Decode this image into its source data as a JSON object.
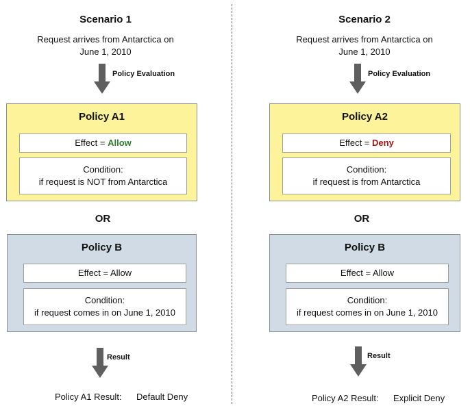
{
  "scenario1": {
    "title": "Scenario 1",
    "request_line1": "Request arrives from Antarctica on",
    "request_line2": "June 1, 2010",
    "evaluation_label": "Policy Evaluation",
    "policy_a": {
      "title": "Policy A1",
      "effect_prefix": "Effect = ",
      "effect_value": "Allow",
      "condition_label": "Condition:",
      "condition_text": "if request is NOT from Antarctica"
    },
    "or_label": "OR",
    "policy_b": {
      "title": "Policy B",
      "effect": "Effect = Allow",
      "condition_label": "Condition:",
      "condition_text": "if request comes in on June 1, 2010"
    },
    "result_label": "Result",
    "result_name": "Policy A1 Result:",
    "result_value": "Default Deny"
  },
  "scenario2": {
    "title": "Scenario 2",
    "request_line1": "Request arrives from Antarctica on",
    "request_line2": "June 1, 2010",
    "evaluation_label": "Policy Evaluation",
    "policy_a": {
      "title": "Policy A2",
      "effect_prefix": "Effect = ",
      "effect_value": "Deny",
      "condition_label": "Condition:",
      "condition_text": "if request is from Antarctica"
    },
    "or_label": "OR",
    "policy_b": {
      "title": "Policy B",
      "effect": "Effect = Allow",
      "condition_label": "Condition:",
      "condition_text": "if request comes in on June 1, 2010"
    },
    "result_label": "Result",
    "result_name": "Policy A2 Result:",
    "result_value": "Explicit Deny"
  },
  "colors": {
    "policy_a_fill": "#fdf39a",
    "policy_b_fill": "#d0dbe6",
    "allow": "#2e7d2e",
    "deny": "#a31515",
    "arrow": "#5f5f5f"
  },
  "icons": [
    "down-arrow-icon"
  ]
}
